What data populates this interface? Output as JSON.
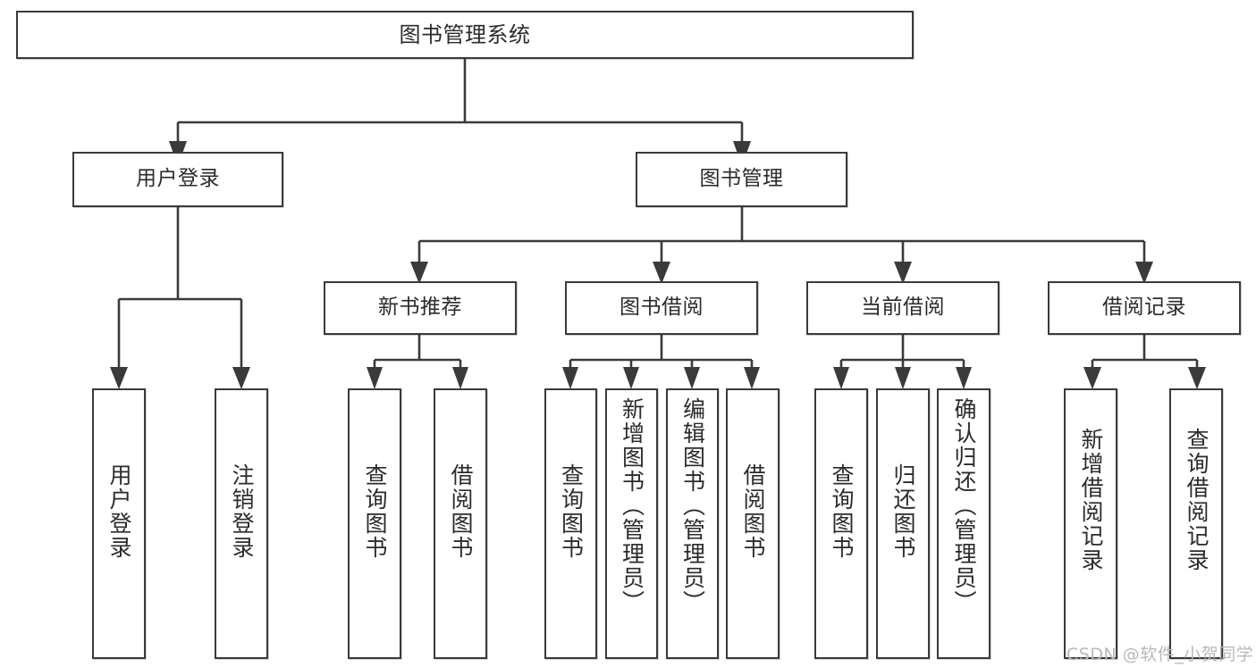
{
  "diagram": {
    "type": "tree-hierarchy",
    "title": "图书管理系统",
    "watermark": "CSDN @软件_小贺同学",
    "colors": {
      "stroke": "#3a3a3a",
      "fill": "#ffffff",
      "text": "#2b2b2b",
      "watermark": "#b9b9b9"
    },
    "nodes": [
      {
        "id": "root",
        "label": "图书管理系统",
        "level": 0,
        "orientation": "horizontal"
      },
      {
        "id": "login",
        "label": "用户登录",
        "level": 1,
        "orientation": "horizontal",
        "parent": "root"
      },
      {
        "id": "bookmgmt",
        "label": "图书管理",
        "level": 1,
        "orientation": "horizontal",
        "parent": "root"
      },
      {
        "id": "newbook",
        "label": "新书推荐",
        "level": 2,
        "orientation": "horizontal",
        "parent": "bookmgmt"
      },
      {
        "id": "borrow",
        "label": "图书借阅",
        "level": 2,
        "orientation": "horizontal",
        "parent": "bookmgmt"
      },
      {
        "id": "current",
        "label": "当前借阅",
        "level": 2,
        "orientation": "horizontal",
        "parent": "bookmgmt"
      },
      {
        "id": "records",
        "label": "借阅记录",
        "level": 2,
        "orientation": "horizontal",
        "parent": "bookmgmt"
      },
      {
        "id": "leaf1",
        "label": "用户登录",
        "level": 3,
        "orientation": "vertical",
        "parent": "login"
      },
      {
        "id": "leaf2",
        "label": "注销登录",
        "level": 3,
        "orientation": "vertical",
        "parent": "login"
      },
      {
        "id": "leaf3",
        "label": "查询图书",
        "level": 3,
        "orientation": "vertical",
        "parent": "newbook"
      },
      {
        "id": "leaf4",
        "label": "借阅图书",
        "level": 3,
        "orientation": "vertical",
        "parent": "newbook"
      },
      {
        "id": "leaf5",
        "label": "查询图书",
        "level": 3,
        "orientation": "vertical",
        "parent": "borrow"
      },
      {
        "id": "leaf6",
        "label": "新增图书（管理员）",
        "level": 3,
        "orientation": "vertical",
        "parent": "borrow"
      },
      {
        "id": "leaf7",
        "label": "编辑图书（管理员）",
        "level": 3,
        "orientation": "vertical",
        "parent": "borrow"
      },
      {
        "id": "leaf8",
        "label": "借阅图书",
        "level": 3,
        "orientation": "vertical",
        "parent": "borrow"
      },
      {
        "id": "leaf9",
        "label": "查询图书",
        "level": 3,
        "orientation": "vertical",
        "parent": "current"
      },
      {
        "id": "leaf10",
        "label": "归还图书",
        "level": 3,
        "orientation": "vertical",
        "parent": "current"
      },
      {
        "id": "leaf11",
        "label": "确认归还（管理员）",
        "level": 3,
        "orientation": "vertical",
        "parent": "current"
      },
      {
        "id": "leaf12",
        "label": "新增借阅记录",
        "level": 3,
        "orientation": "vertical",
        "parent": "records"
      },
      {
        "id": "leaf13",
        "label": "查询借阅记录",
        "level": 3,
        "orientation": "vertical",
        "parent": "records"
      }
    ]
  }
}
